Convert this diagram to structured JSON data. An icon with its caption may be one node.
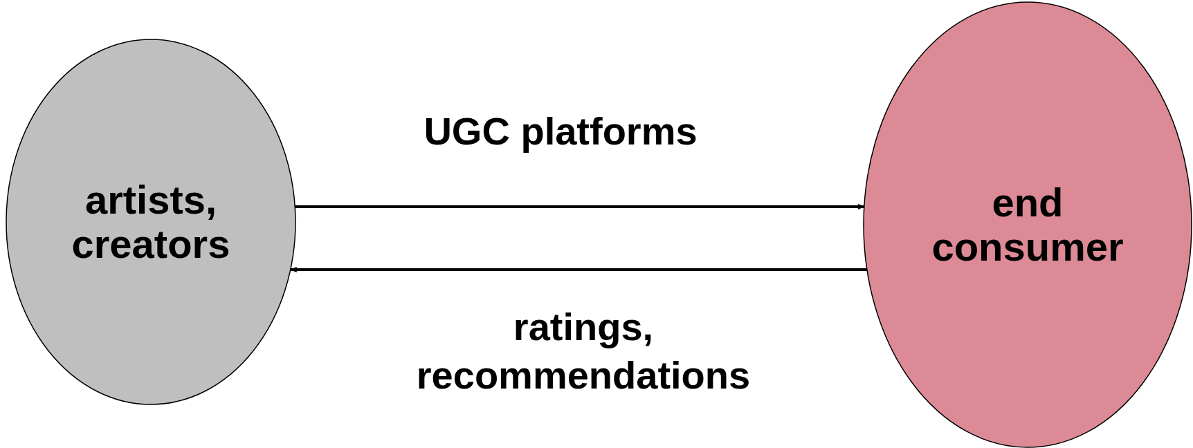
{
  "diagram": {
    "nodes": [
      {
        "text": [
          "artists, creators"
        ]
      },
      {
        "text": [
          "end consumer"
        ]
      }
    ],
    "edges": [
      {
        "from": 0,
        "to": 1,
        "arrow": "to",
        "label": "UGC platforms"
      },
      {
        "from": 1,
        "to": 0,
        "arrow": "to",
        "label": "ratings, recommendations"
      }
    ]
  }
}
